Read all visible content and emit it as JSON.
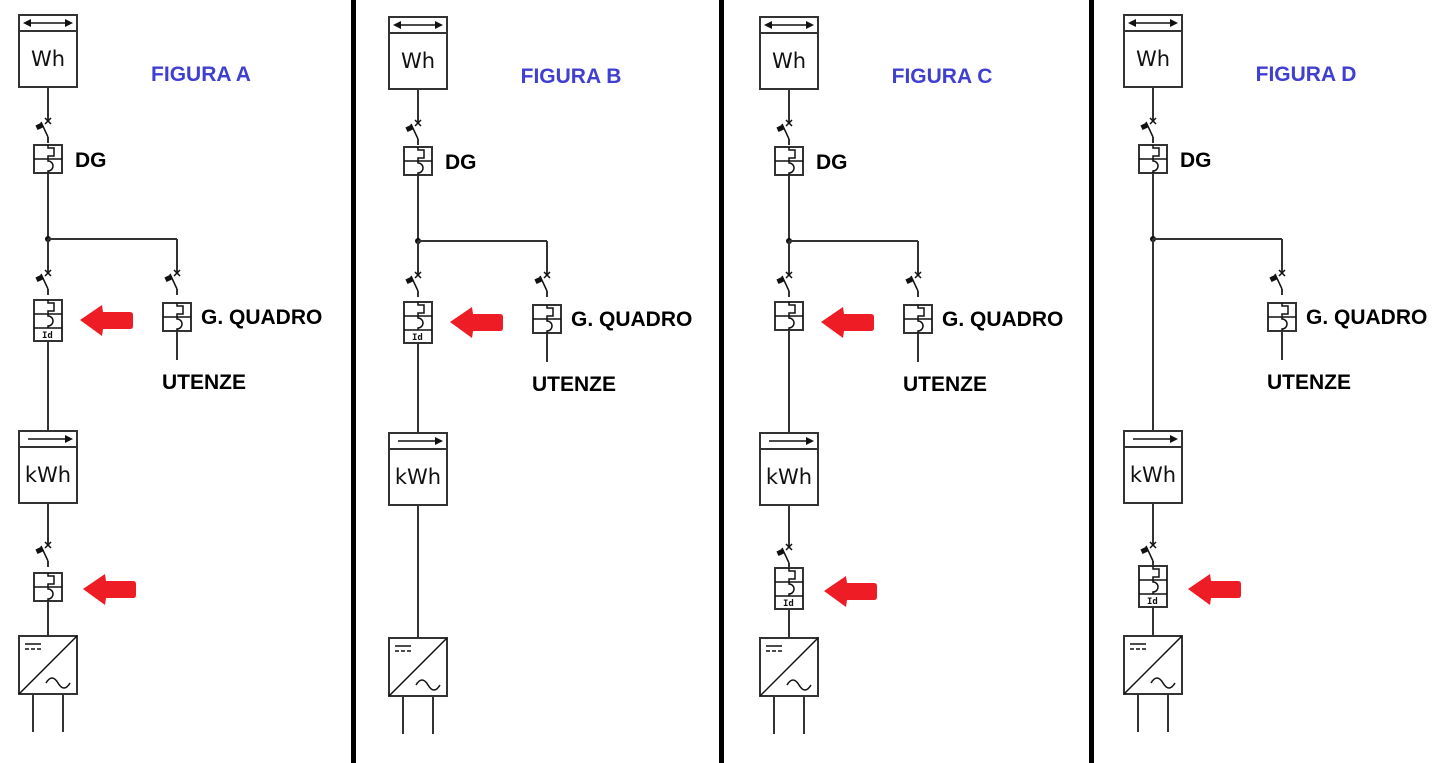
{
  "colors": {
    "title": "#4040d0",
    "arrow": "#ee1c25",
    "divider": "#000000",
    "line": "#333333"
  },
  "panels": [
    {
      "title": "FIGURA A",
      "bidirectional_meter_label": "Wh",
      "main_breaker_label": "DG",
      "branch_breaker_label": "G. QUADRO",
      "loads_label": "UTENZE",
      "production_meter_label": "kWh",
      "left_branch_breaker": "magnetothermal-differential",
      "left_branch_has_breaker": true,
      "left_branch_arrow": true,
      "inverter_breaker": "magnetothermal",
      "inverter_has_breaker": true,
      "inverter_arrow": true
    },
    {
      "title": "FIGURA B",
      "bidirectional_meter_label": "Wh",
      "main_breaker_label": "DG",
      "branch_breaker_label": "G. QUADRO",
      "loads_label": "UTENZE",
      "production_meter_label": "kWh",
      "left_branch_breaker": "magnetothermal-differential",
      "left_branch_has_breaker": true,
      "left_branch_arrow": true,
      "inverter_breaker": "none",
      "inverter_has_breaker": false,
      "inverter_arrow": false
    },
    {
      "title": "FIGURA C",
      "bidirectional_meter_label": "Wh",
      "main_breaker_label": "DG",
      "branch_breaker_label": "G. QUADRO",
      "loads_label": "UTENZE",
      "production_meter_label": "kWh",
      "left_branch_breaker": "magnetothermal",
      "left_branch_has_breaker": true,
      "left_branch_arrow": true,
      "inverter_breaker": "magnetothermal-differential",
      "inverter_has_breaker": true,
      "inverter_arrow": true
    },
    {
      "title": "FIGURA D",
      "bidirectional_meter_label": "Wh",
      "main_breaker_label": "DG",
      "branch_breaker_label": "G. QUADRO",
      "loads_label": "UTENZE",
      "production_meter_label": "kWh",
      "left_branch_breaker": "none",
      "left_branch_has_breaker": false,
      "left_branch_arrow": false,
      "inverter_breaker": "magnetothermal-differential",
      "inverter_has_breaker": true,
      "inverter_arrow": true
    }
  ],
  "differential_label": "Id"
}
